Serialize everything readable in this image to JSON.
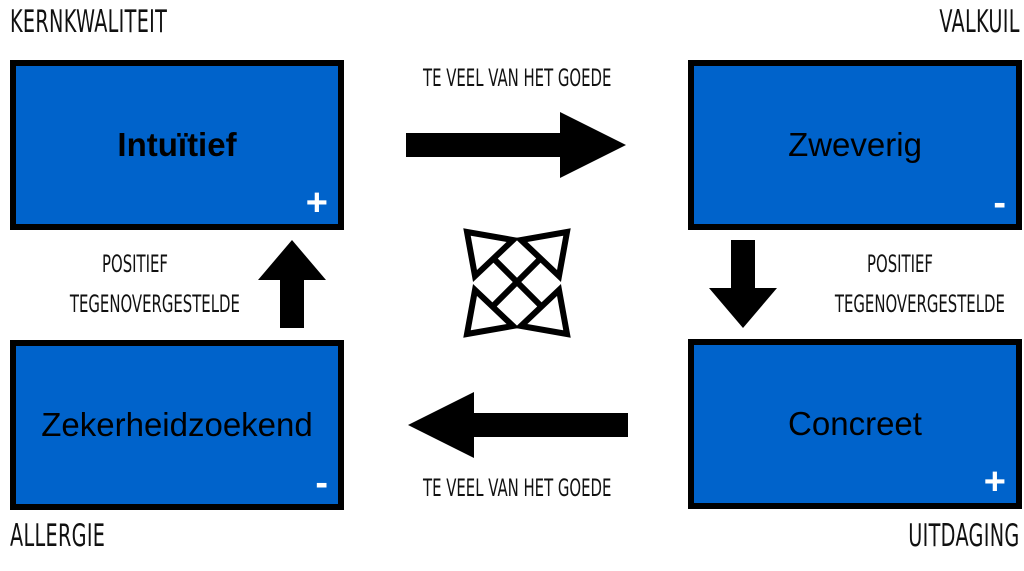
{
  "corners": {
    "top_left": "KERNKWALITEIT",
    "top_right": "VALKUIL",
    "bottom_left": "ALLERGIE",
    "bottom_right": "UITDAGING"
  },
  "boxes": {
    "core_quality": {
      "name": "Intuïtief",
      "sign": "+"
    },
    "pitfall": {
      "name": "Zweverig",
      "sign": "-"
    },
    "allergy": {
      "name": "Zekerheidzoekend",
      "sign": "-"
    },
    "challenge": {
      "name": "Concreet",
      "sign": "+"
    }
  },
  "arrow_labels": {
    "top": "TE VEEL VAN HET GOEDE",
    "bottom": "TE VEEL VAN HET GOEDE",
    "left_line1": "POSITIEF",
    "left_line2": "TEGENOVERGESTELDE",
    "right_line1": "POSITIEF",
    "right_line2": "TEGENOVERGESTELDE"
  },
  "colors": {
    "box": "#0063cb",
    "arrow": "#000000"
  }
}
